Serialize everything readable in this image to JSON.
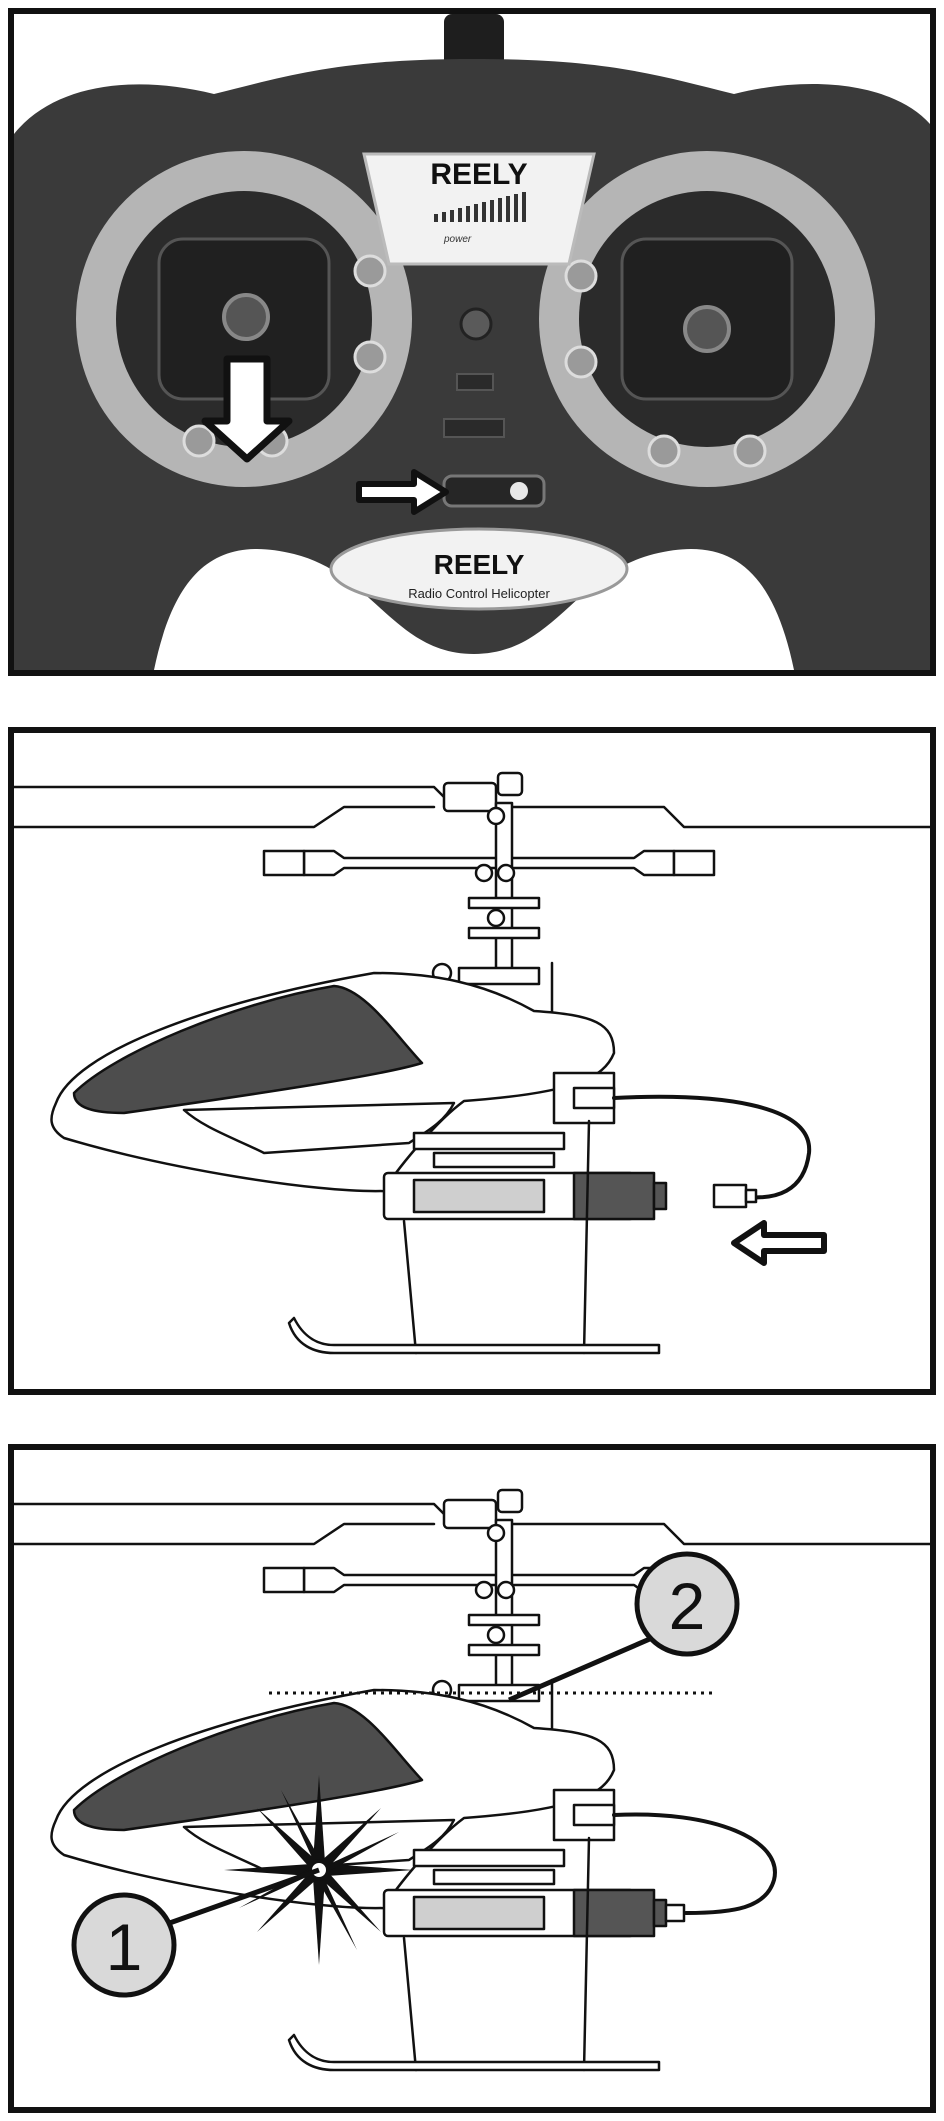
{
  "panels": [
    {
      "id": "transmitter-panel",
      "brand_top": "REELY",
      "brand_top_sub": "power",
      "brand_bottom": "REELY",
      "brand_bottom_sub": "Radio Control Helicopter"
    },
    {
      "id": "charging-panel"
    },
    {
      "id": "status-panel",
      "callouts": [
        "1",
        "2"
      ]
    }
  ],
  "colors": {
    "frame": "#111111",
    "transmitter_body": "#3a3a3a",
    "ring": "#b5b5b5",
    "canopy_window": "#4d4d4d",
    "battery": "#555555",
    "callout_fill": "#d9d9d9"
  },
  "icons": [
    "arrow-down-icon",
    "arrow-right-icon",
    "arrow-left-icon",
    "starburst-icon"
  ]
}
